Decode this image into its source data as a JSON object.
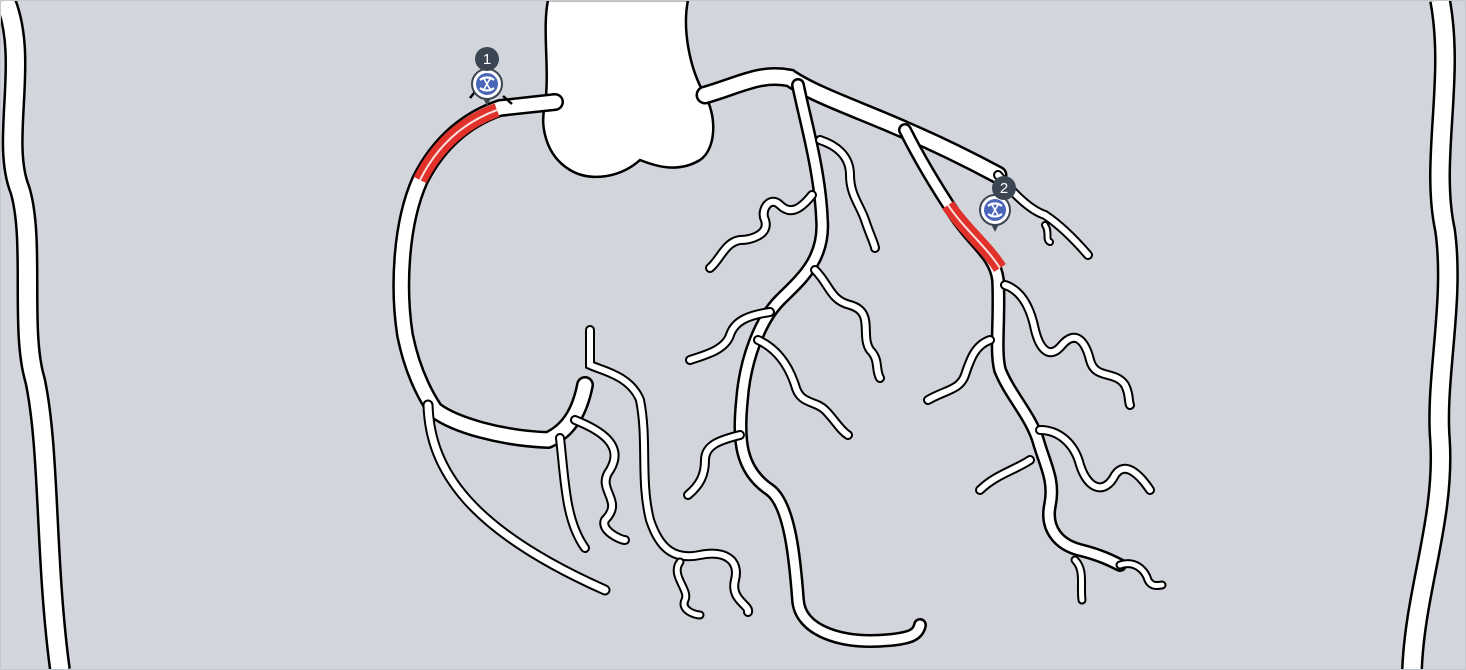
{
  "colors": {
    "background": "#d2d5db",
    "vessel_fill": "#ffffff",
    "vessel_outline": "#000000",
    "stenosis": "#e0312b",
    "badge_dark": "#3b4652",
    "stent_blue": "#4a66b8"
  },
  "markers": [
    {
      "id": "stenosis-1",
      "number": "1",
      "icon": "stent-icon"
    },
    {
      "id": "stenosis-2",
      "number": "2",
      "icon": "stent-icon"
    }
  ]
}
